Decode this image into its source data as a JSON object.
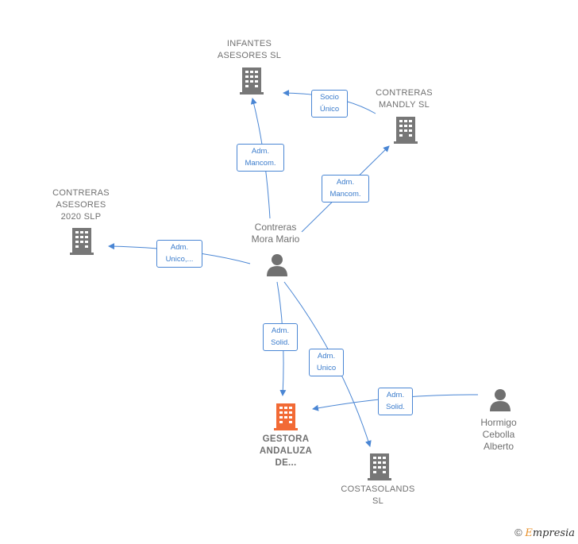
{
  "nodes": {
    "infantes": {
      "label": "INFANTES\nASESORES  SL",
      "icon": "building-icon"
    },
    "mandly": {
      "label": "CONTRERAS\nMANDLY  SL",
      "icon": "building-icon"
    },
    "asesores2020": {
      "label": "CONTRERAS\nASESORES\n2020  SLP",
      "icon": "building-icon"
    },
    "gestora": {
      "label": "GESTORA\nANDALUZA\nDE...",
      "icon": "building-icon",
      "color": "#f26a35"
    },
    "costasolands": {
      "label": "COSTASOLANDS\nSL",
      "icon": "building-icon"
    },
    "contreras": {
      "label": "Contreras\nMora Mario",
      "icon": "person-icon"
    },
    "hormigo": {
      "label": "Hormigo\nCebolla\nAlberto",
      "icon": "person-icon"
    }
  },
  "edges": {
    "socio_unico": "Socio\nÚnico",
    "adm_mancom_1": "Adm.\nMancom.",
    "adm_mancom_2": "Adm.\nMancom.",
    "adm_unico_dots": "Adm.\nUnico,...",
    "adm_solid_1": "Adm.\nSolid.",
    "adm_unico": "Adm.\nUnico",
    "adm_solid_2": "Adm.\nSolid."
  },
  "colors": {
    "edge": "#4a86d4",
    "building": "#777777",
    "building_main": "#f26a35",
    "person": "#707070"
  },
  "footer": {
    "copyright": "©",
    "brand_first": "E",
    "brand_rest": "mpresia"
  }
}
